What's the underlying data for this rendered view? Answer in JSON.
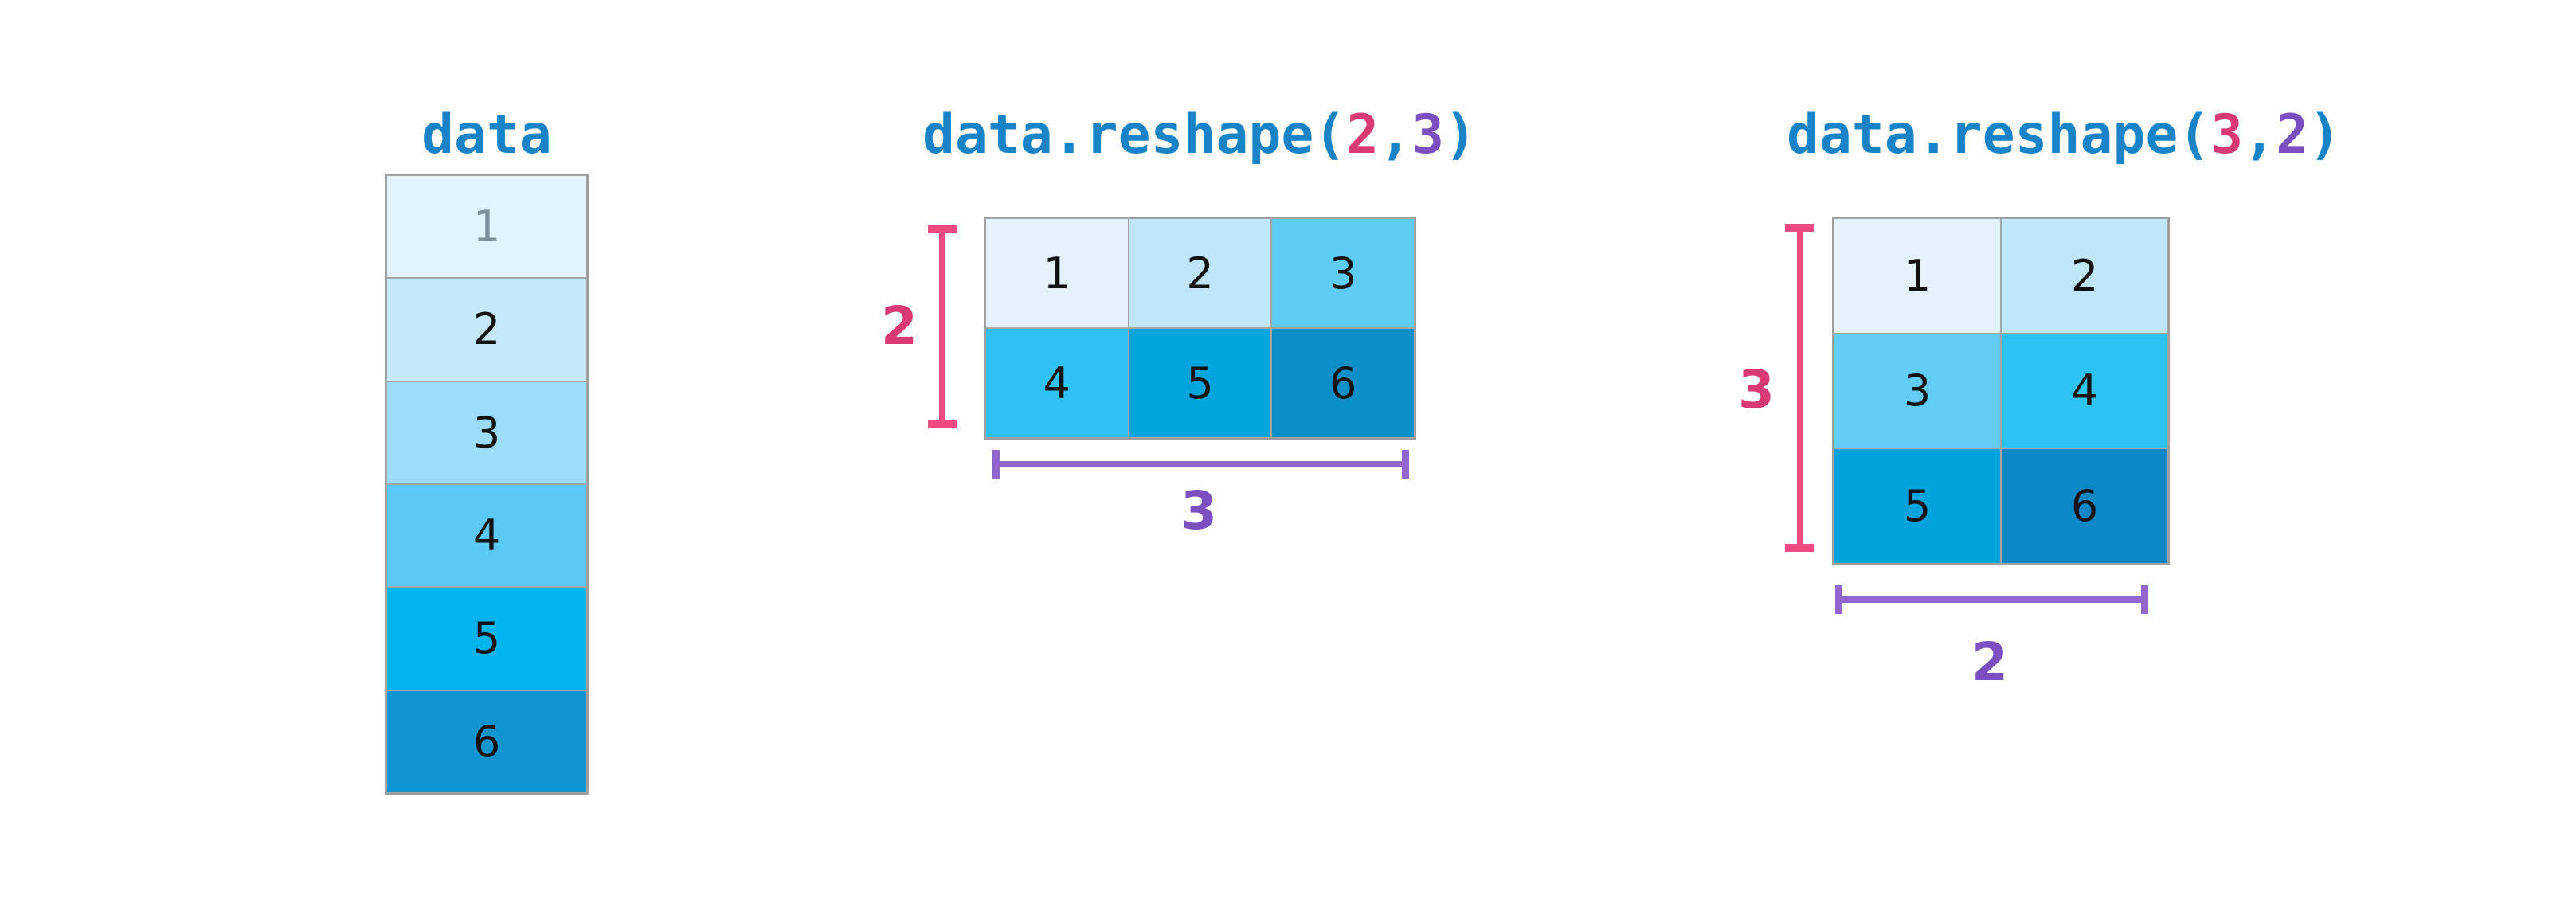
{
  "palette": {
    "title_blue": "#1884c7",
    "pink": "#ee4c80",
    "pink_deep": "#d93a74",
    "purple": "#9167cd",
    "purple_deep": "#7b4fc0",
    "grid_border": "#9c9c9c",
    "digit_black": "#111111",
    "digit_gray": "#7e8d99"
  },
  "left": {
    "title": "data",
    "cells": [
      {
        "v": "1",
        "bg": "#e2f3fb",
        "fg": "#7e8d99"
      },
      {
        "v": "2",
        "bg": "#c6e9fa",
        "fg": "#111111"
      },
      {
        "v": "3",
        "bg": "#9bdcf8",
        "fg": "#111111"
      },
      {
        "v": "4",
        "bg": "#5bc9f5",
        "fg": "#111111"
      },
      {
        "v": "5",
        "bg": "#00b5ee",
        "fg": "#111111"
      },
      {
        "v": "6",
        "bg": "#0c95d0",
        "fg": "#111111"
      }
    ]
  },
  "mid": {
    "title_parts": [
      {
        "text": "data.reshape(",
        "color": "title_blue"
      },
      {
        "text": "2",
        "color": "pink_deep"
      },
      {
        "text": ",",
        "color": "title_blue"
      },
      {
        "text": "3",
        "color": "purple_deep"
      },
      {
        "text": ")",
        "color": "title_blue"
      }
    ],
    "shape_rows": "2",
    "shape_cols": "3",
    "cells": [
      {
        "v": "1",
        "bg": "#e3f2fb",
        "fg": "#111111"
      },
      {
        "v": "2",
        "bg": "#c0e6f9",
        "fg": "#111111"
      },
      {
        "v": "3",
        "bg": "#5ecdf6",
        "fg": "#111111"
      },
      {
        "v": "4",
        "bg": "#2ec2f2",
        "fg": "#111111"
      },
      {
        "v": "5",
        "bg": "#00a5de",
        "fg": "#111111"
      },
      {
        "v": "6",
        "bg": "#0a8fc9",
        "fg": "#111111"
      }
    ]
  },
  "right": {
    "title_parts": [
      {
        "text": "data.reshape(",
        "color": "title_blue"
      },
      {
        "text": "3",
        "color": "pink_deep"
      },
      {
        "text": ",",
        "color": "title_blue"
      },
      {
        "text": "2",
        "color": "purple_deep"
      },
      {
        "text": ")",
        "color": "title_blue"
      }
    ],
    "shape_rows": "3",
    "shape_cols": "2",
    "cells": [
      {
        "v": "1",
        "bg": "#e3f2fb",
        "fg": "#111111"
      },
      {
        "v": "2",
        "bg": "#bfe6f9",
        "fg": "#111111"
      },
      {
        "v": "3",
        "bg": "#61ccf6",
        "fg": "#111111"
      },
      {
        "v": "4",
        "bg": "#2cc3f3",
        "fg": "#111111"
      },
      {
        "v": "5",
        "bg": "#00a3dc",
        "fg": "#111111"
      },
      {
        "v": "6",
        "bg": "#0b87c5",
        "fg": "#111111"
      }
    ]
  }
}
